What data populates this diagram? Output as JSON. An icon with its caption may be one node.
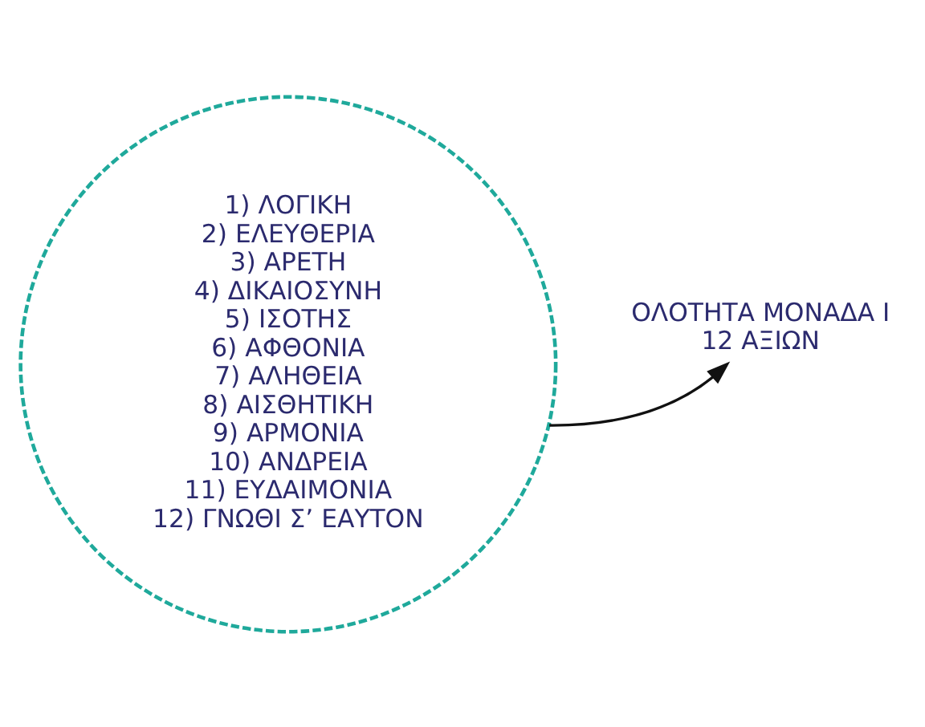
{
  "diagram": {
    "nodes": [
      {
        "text": [
          "1) ΛΟΓΙΚΗ",
          "2) ΕΛΕΥΘΕΡΙΑ",
          "3) ΑΡΕΤΗ",
          "4) ΔΙΚΑΙΟΣΥΝΗ",
          "5) ΙΣΟΤΗΣ",
          "6) ΑΦΘΟΝΙΑ",
          "7) ΑΛΗΘΕΙΑ",
          "8) ΑΙΣΘΗΤΙΚΗ",
          "9) ΑΡΜΟΝΙΑ",
          "10) ΑΝΔΡΕΙΑ",
          "11) ΕΥΔΑΙΜΟΝΙΑ",
          "12) ΓΝΩΘΙ Σ’ ΕΑΥΤΟΝ"
        ]
      },
      {
        "text": [
          "ΟΛΟΤΗΤΑ ΜΟΝΑΔΑ Ι 12 ΑΞΙΩΝ"
        ]
      }
    ],
    "edges": [
      {
        "from": 0,
        "to": 1,
        "arrow": "to"
      }
    ]
  }
}
